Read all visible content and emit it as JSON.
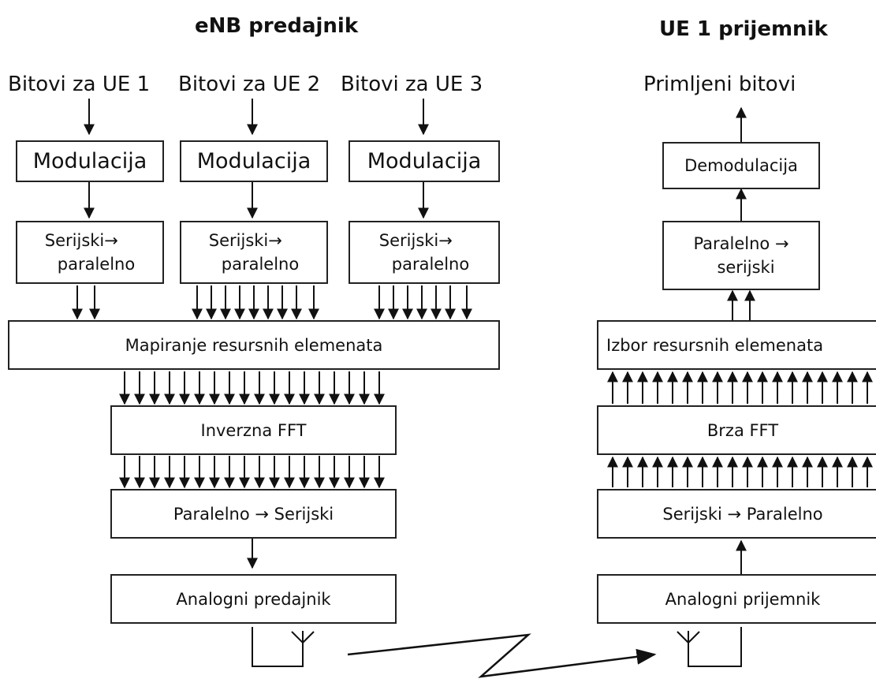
{
  "transmitter": {
    "title": "eNB predajnik",
    "inputs": [
      "Bitovi za UE 1",
      "Bitovi za UE 2",
      "Bitovi za UE 3"
    ],
    "modulation_label": "Modulacija",
    "s2p_line1": "Serijski→",
    "s2p_line2": "paralelno",
    "mapping_label": "Mapiranje resursnih elemenata",
    "ifft_label": "Inverzna FFT",
    "p2s_label": "Paralelno → Serijski",
    "analog_label": "Analogni predajnik"
  },
  "receiver": {
    "title": "UE 1 prijemnik",
    "output_label": "Primljeni bitovi",
    "demod_label": "Demodulacija",
    "p2s_line1": "Paralelno →",
    "p2s_line2": "serijski",
    "selection_label": "Izbor resursnih elemenata",
    "fft_label": "Brza FFT",
    "s2p_label": "Serijski → Paralelno",
    "analog_label": "Analogni prijemnik"
  }
}
